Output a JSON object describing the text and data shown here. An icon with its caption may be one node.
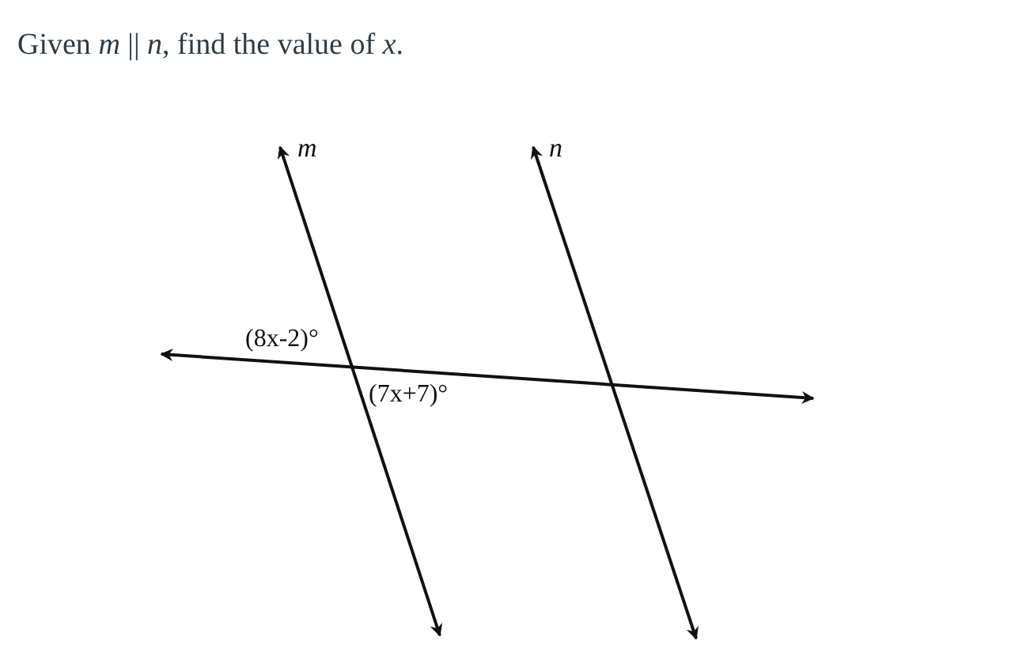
{
  "diagram": {
    "title": "Given *m* || *n*, find the value of *x*.",
    "labels": [
      "*m*",
      "*n*",
      "(8x-2)°",
      "(7x+7)°"
    ]
  }
}
